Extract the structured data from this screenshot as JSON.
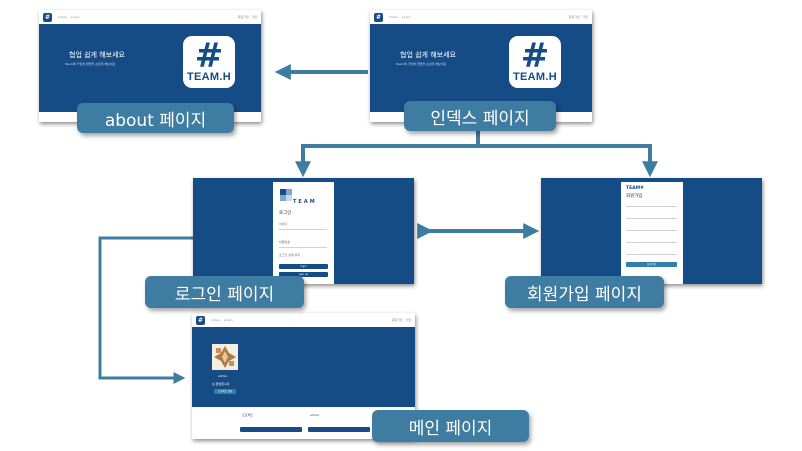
{
  "labels": {
    "about": "about 페이지",
    "index": "인덱스 페이지",
    "login": "로그인 페이지",
    "signup": "회원가입 페이지",
    "main": "메인 페이지"
  },
  "hero": {
    "headline": "협업 쉽게 해보세요",
    "sub": "Team에 가입해 협업을 손쉽게 해보세요"
  },
  "app_logo": {
    "symbol": "#",
    "brand": "TEAM.H"
  },
  "topbar": {
    "nav": "Index · Login",
    "right": "회원가입 · 가입"
  },
  "login_form": {
    "brand": "TEAM",
    "title": "로그인",
    "field1": "아이디",
    "field2": "비밀번호",
    "remember": "로그인 상태 유지",
    "button1": "login",
    "button2": "sign up"
  },
  "signup_form": {
    "brand": "TEAM#",
    "title": "회원가입",
    "button": "회원가입"
  },
  "main_page": {
    "username": "admin",
    "greeting": "님 환영합니다",
    "button": "프로젝트 생성",
    "card1_title": "프로젝트",
    "card2_title": "admin"
  },
  "colors": {
    "navy": "#164c86",
    "label": "#3f7ca2",
    "arrow": "#3f7ca2"
  }
}
